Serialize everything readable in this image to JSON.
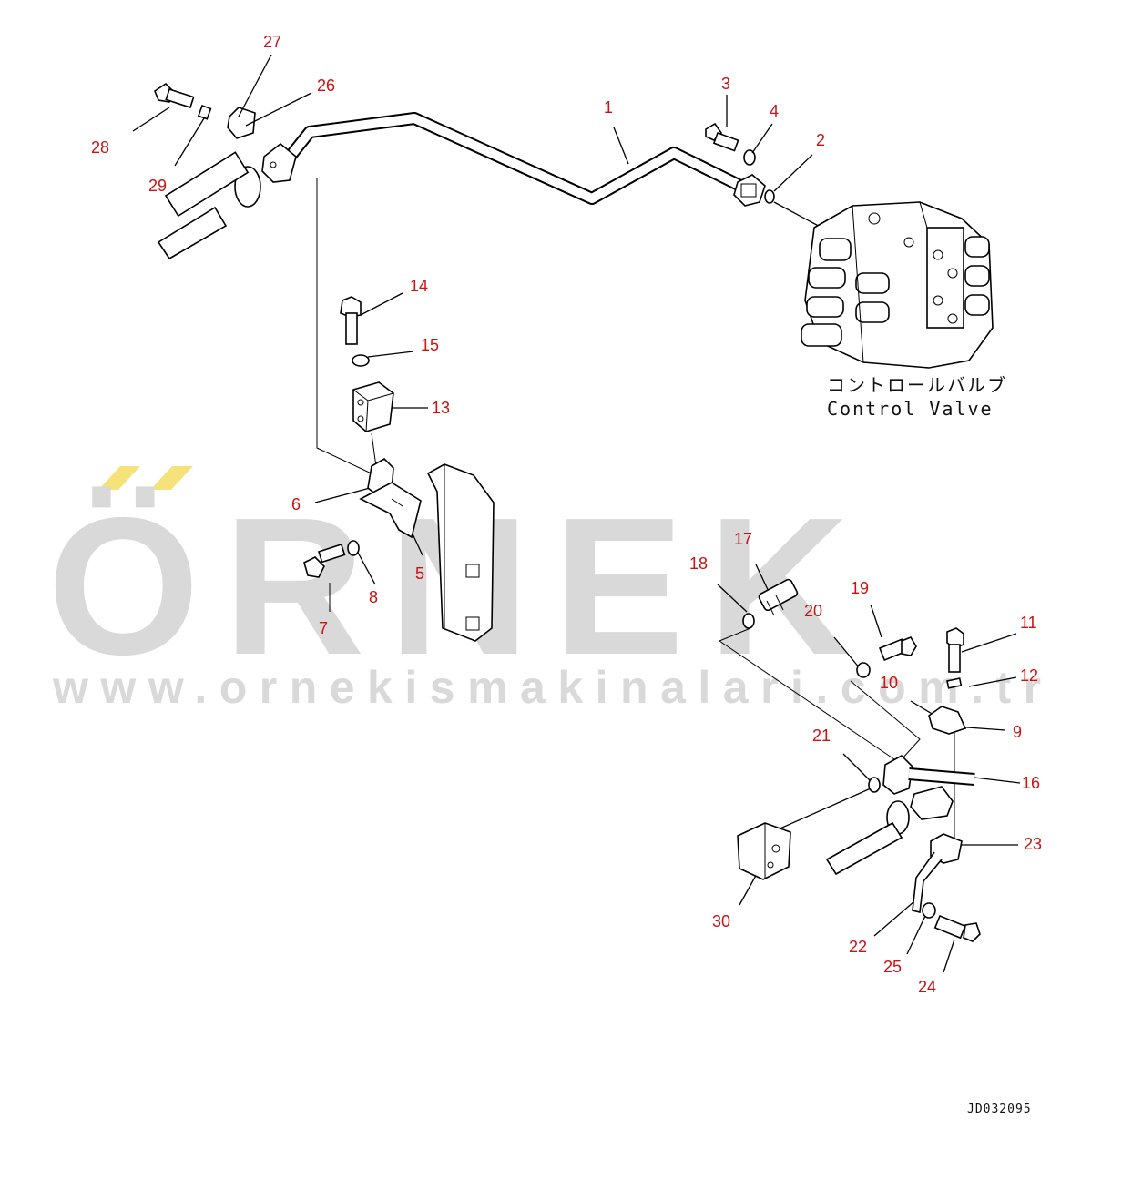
{
  "watermark": {
    "brand": "ÖRNEK",
    "url": "www.ornekismakinalari.com.tr",
    "accent_color": "#f6e27a",
    "text_color": "#d9d9d9"
  },
  "component_label": {
    "japanese": "コントロールバルブ",
    "english": "Control Valve"
  },
  "drawing_code": "JD032095",
  "callout_color": "#cc1111",
  "callouts": [
    {
      "id": "1",
      "label": "1"
    },
    {
      "id": "2",
      "label": "2"
    },
    {
      "id": "3",
      "label": "3"
    },
    {
      "id": "4",
      "label": "4"
    },
    {
      "id": "5",
      "label": "5"
    },
    {
      "id": "6",
      "label": "6"
    },
    {
      "id": "7",
      "label": "7"
    },
    {
      "id": "8",
      "label": "8"
    },
    {
      "id": "9",
      "label": "9"
    },
    {
      "id": "10",
      "label": "10"
    },
    {
      "id": "11",
      "label": "11"
    },
    {
      "id": "12",
      "label": "12"
    },
    {
      "id": "13",
      "label": "13"
    },
    {
      "id": "14",
      "label": "14"
    },
    {
      "id": "15",
      "label": "15"
    },
    {
      "id": "16",
      "label": "16"
    },
    {
      "id": "17",
      "label": "17"
    },
    {
      "id": "18",
      "label": "18"
    },
    {
      "id": "19",
      "label": "19"
    },
    {
      "id": "20",
      "label": "20"
    },
    {
      "id": "21",
      "label": "21"
    },
    {
      "id": "22",
      "label": "22"
    },
    {
      "id": "23",
      "label": "23"
    },
    {
      "id": "24",
      "label": "24"
    },
    {
      "id": "25",
      "label": "25"
    },
    {
      "id": "26",
      "label": "26"
    },
    {
      "id": "27",
      "label": "27"
    },
    {
      "id": "28",
      "label": "28"
    },
    {
      "id": "29",
      "label": "29"
    },
    {
      "id": "30",
      "label": "30"
    }
  ]
}
